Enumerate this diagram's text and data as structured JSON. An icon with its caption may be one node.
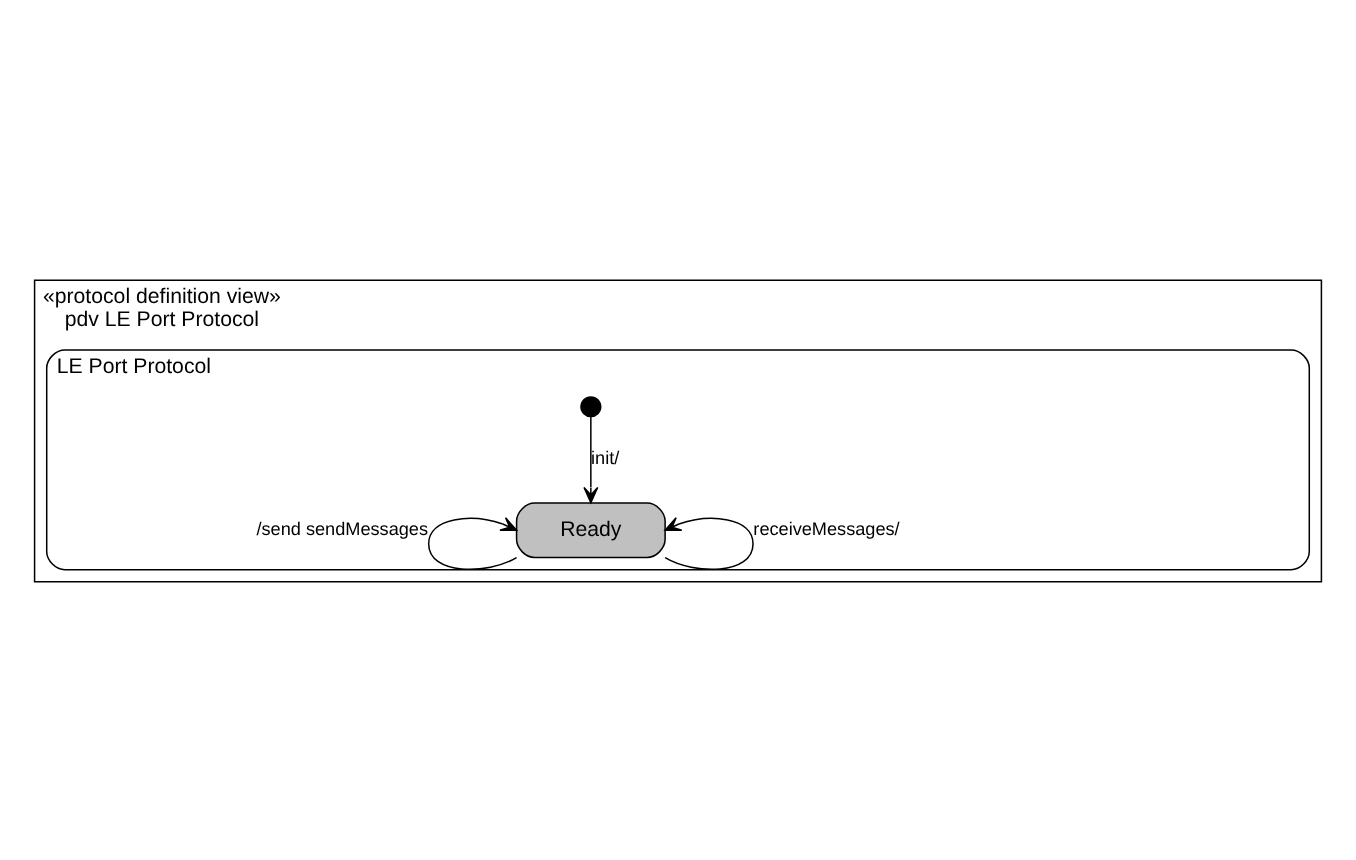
{
  "diagram": {
    "nodes": [
      {
        "text": [
          "«protocol definition view»",
          "pdv LE Port Protocol"
        ]
      },
      {
        "text": [
          "LE Port Protocol"
        ],
        "in": 0
      },
      {
        "text": [],
        "shape": "circle",
        "in": 1
      },
      {
        "text": [
          "Ready"
        ],
        "in": 1
      }
    ],
    "edges": [
      {
        "from": 2,
        "to": 3,
        "arrow": "to",
        "label": "init/"
      },
      {
        "from": 3,
        "to": 3,
        "arrow": "to",
        "label": "/send sendMessages"
      },
      {
        "from": 3,
        "to": 3,
        "arrow": "to",
        "label": "receiveMessages/"
      }
    ]
  }
}
